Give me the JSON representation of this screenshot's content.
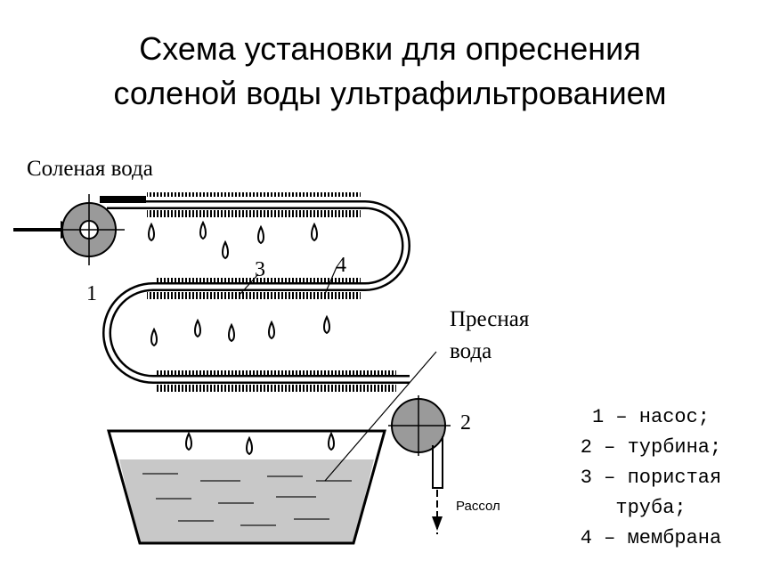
{
  "title": {
    "line1": "Схема установки для опреснения",
    "line2": "соленой воды ультрафильтрованием"
  },
  "labels": {
    "salt_water": "Соленая вода",
    "fresh_water_line1": "Пресная",
    "fresh_water_line2": "вода",
    "brine": "Рассол",
    "num_pump": "1",
    "num_turbine": "2",
    "num_porous_tube": "3",
    "num_membrane": "4"
  },
  "legend": [
    "1 – насос;",
    "2 – турбина;",
    "3 – пористая",
    "труба;",
    "4 – мембрана"
  ]
}
